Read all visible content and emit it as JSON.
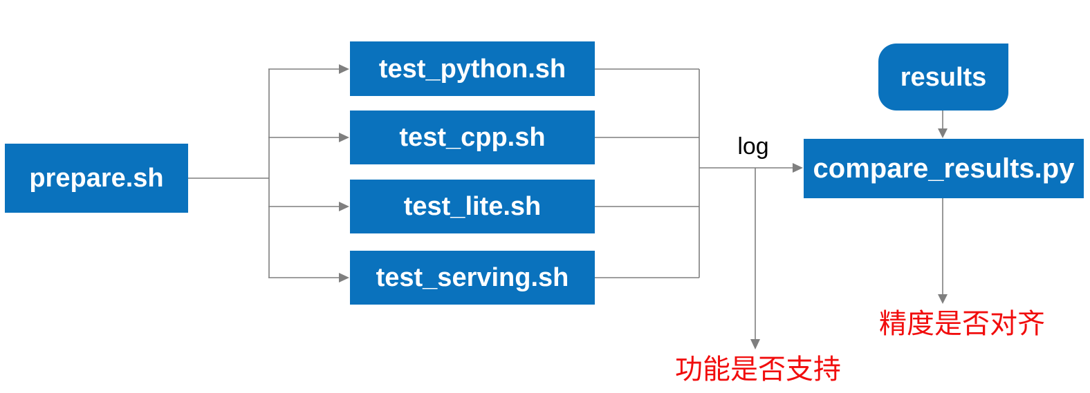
{
  "diagram": {
    "nodes": {
      "prepare": {
        "label": "prepare.sh"
      },
      "test_python": {
        "label": "test_python.sh"
      },
      "test_cpp": {
        "label": "test_cpp.sh"
      },
      "test_lite": {
        "label": "test_lite.sh"
      },
      "test_serving": {
        "label": "test_serving.sh"
      },
      "results": {
        "label": "results"
      },
      "compare": {
        "label": "compare_results.py"
      }
    },
    "edge_labels": {
      "log": "log"
    },
    "outcomes": {
      "function_support": "功能是否支持",
      "accuracy_aligned": "精度是否对齐"
    },
    "colors": {
      "node_fill": "#0a72bd",
      "node_text": "#ffffff",
      "connector": "#7f7f7f",
      "outcome_text": "#f10d0d",
      "edge_label_text": "#000000",
      "background": "#ffffff"
    }
  }
}
